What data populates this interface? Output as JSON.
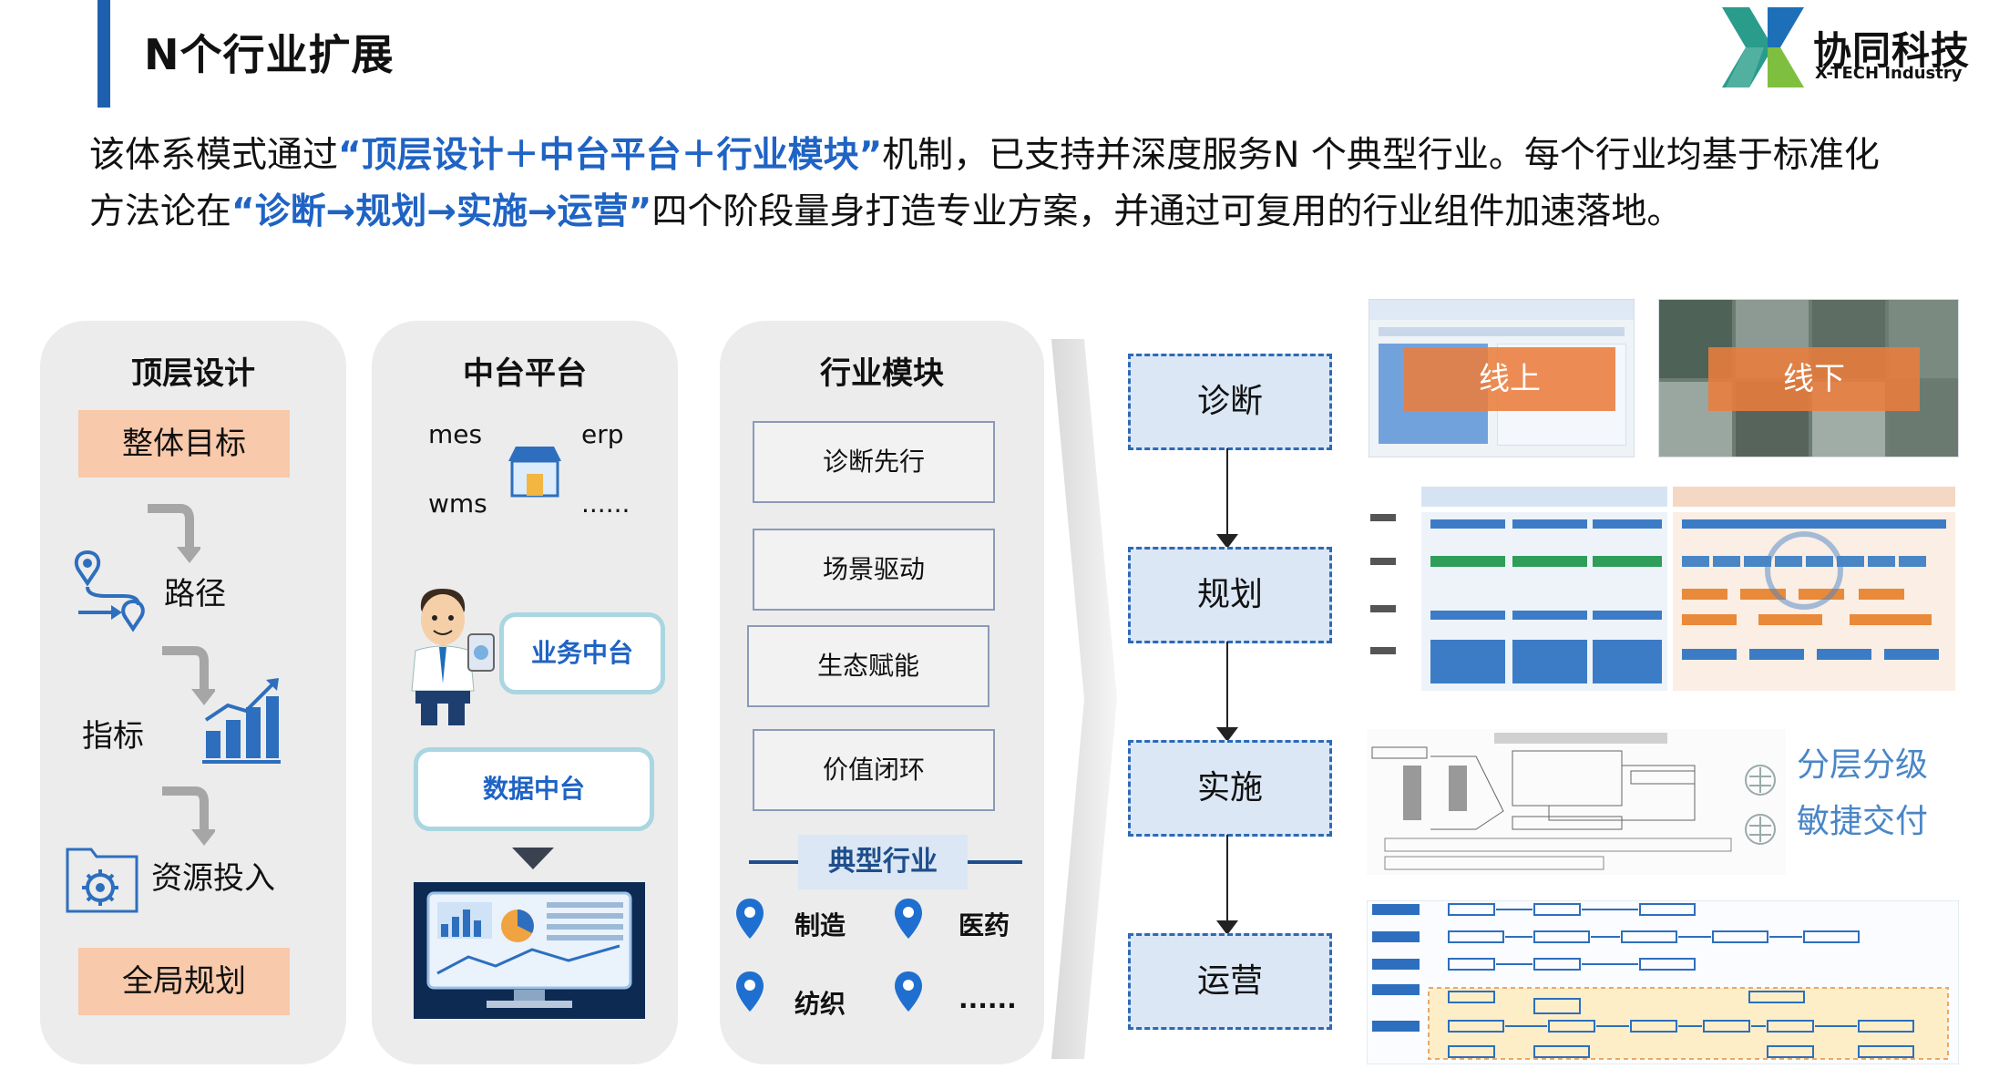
{
  "header": {
    "title": "N个行业扩展",
    "logo_cn": "协同科技",
    "logo_en": "X-TECH Industry"
  },
  "intro": {
    "p1": "该体系模式通过",
    "h1": "“顶层设计＋中台平台＋行业模块”",
    "p2": "机制，已支持并深度服务N 个典型行业。每个行业均基于标准化方法论在",
    "h2": "“诊断→规划→实施→运营”",
    "p3": "四个阶段量身打造专业方案，并通过可复用的行业组件加速落地。"
  },
  "top_design": {
    "title": "顶层设计",
    "goal": "整体目标",
    "steps": [
      "路径",
      "指标",
      "资源投入"
    ],
    "plan": "全局规划"
  },
  "middle_platform": {
    "title": "中台平台",
    "systems": [
      "mes",
      "erp",
      "wms",
      "......"
    ],
    "business": "业务中台",
    "data": "数据中台"
  },
  "industry_modules": {
    "title": "行业模块",
    "modules": [
      "诊断先行",
      "场景驱动",
      "生态赋能",
      "价值闭环"
    ],
    "typical_title": "典型行业",
    "industries": [
      "制造",
      "医药",
      "纺织",
      "......"
    ]
  },
  "flow": {
    "stages": [
      "诊断",
      "规划",
      "实施",
      "运营"
    ]
  },
  "right_panels": {
    "online": "线上",
    "offline": "线下",
    "side_texts": [
      "分层分级",
      "敏捷交付"
    ]
  },
  "colors": {
    "accent_blue": "#1f63c4",
    "title_bar": "#1f5fb0",
    "panel_bg": "#ececec",
    "orange_box": "#f8c9aa",
    "flow_fill": "#dbe7f4"
  }
}
